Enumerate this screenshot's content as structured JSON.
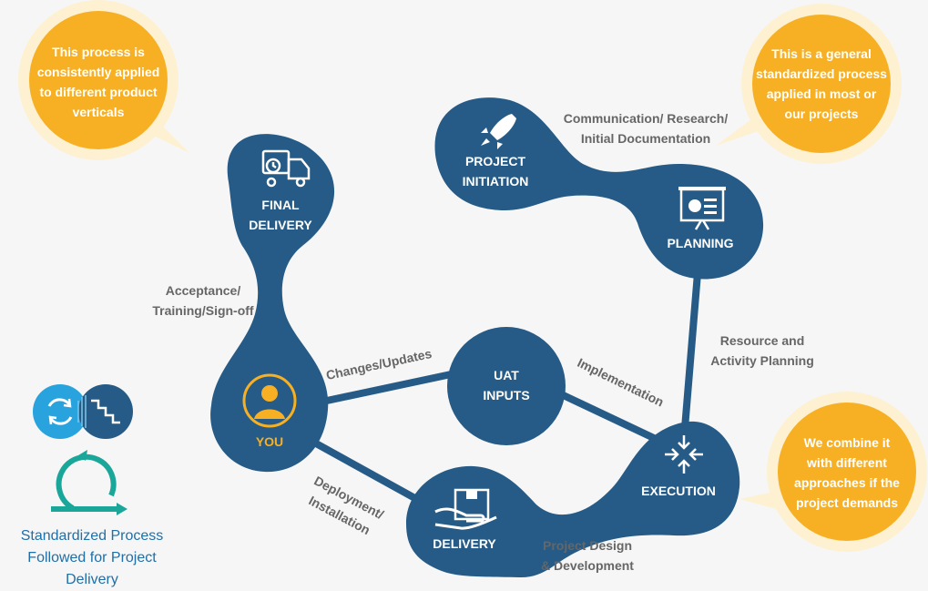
{
  "colors": {
    "node": "#255b86",
    "accent": "#f7b024",
    "bubble_ring": "#fdf1d2",
    "connector_text": "#666666",
    "background": "#f6f6f6",
    "caption": "#1f6fa8"
  },
  "nodes": {
    "final_delivery": {
      "line1": "FINAL",
      "line2": "DELIVERY",
      "icon": "delivery-truck-icon"
    },
    "you": {
      "label": "YOU",
      "icon": "user-icon"
    },
    "uat_inputs": {
      "line1": "UAT",
      "line2": "INPUTS"
    },
    "delivery": {
      "label": "DELIVERY",
      "icon": "hand-package-icon"
    },
    "project_initiation": {
      "line1": "PROJECT",
      "line2": "INITIATION",
      "icon": "rocket-icon"
    },
    "planning": {
      "label": "PLANNING",
      "icon": "presentation-board-icon"
    },
    "execution": {
      "label": "EXECUTION",
      "icon": "arrows-converge-icon"
    }
  },
  "connectors": {
    "acceptance": {
      "line1": "Acceptance/",
      "line2": "Training/Sign-off"
    },
    "changes": "Changes/Updates",
    "implementation": "Implementation",
    "deployment": {
      "line1": "Deployment/",
      "line2": "Installation"
    },
    "design": {
      "line1": "Project Design",
      "line2": "& Development"
    },
    "communication": {
      "line1": "Communication/ Research/",
      "line2": "Initial Documentation"
    },
    "resource": {
      "line1": "Resource and",
      "line2": "Activity Planning"
    }
  },
  "bubbles": {
    "top_left": [
      "This process is",
      "consistently applied",
      "to different product",
      "verticals"
    ],
    "top_right": [
      "This is a general",
      "standardized process",
      "applied in most or",
      "our projects"
    ],
    "bottom_right": [
      "We combine it",
      "with different",
      "approaches if the",
      "project demands"
    ]
  },
  "caption": {
    "line1": "Standardized Process",
    "line2": "Followed for Project Delivery"
  }
}
